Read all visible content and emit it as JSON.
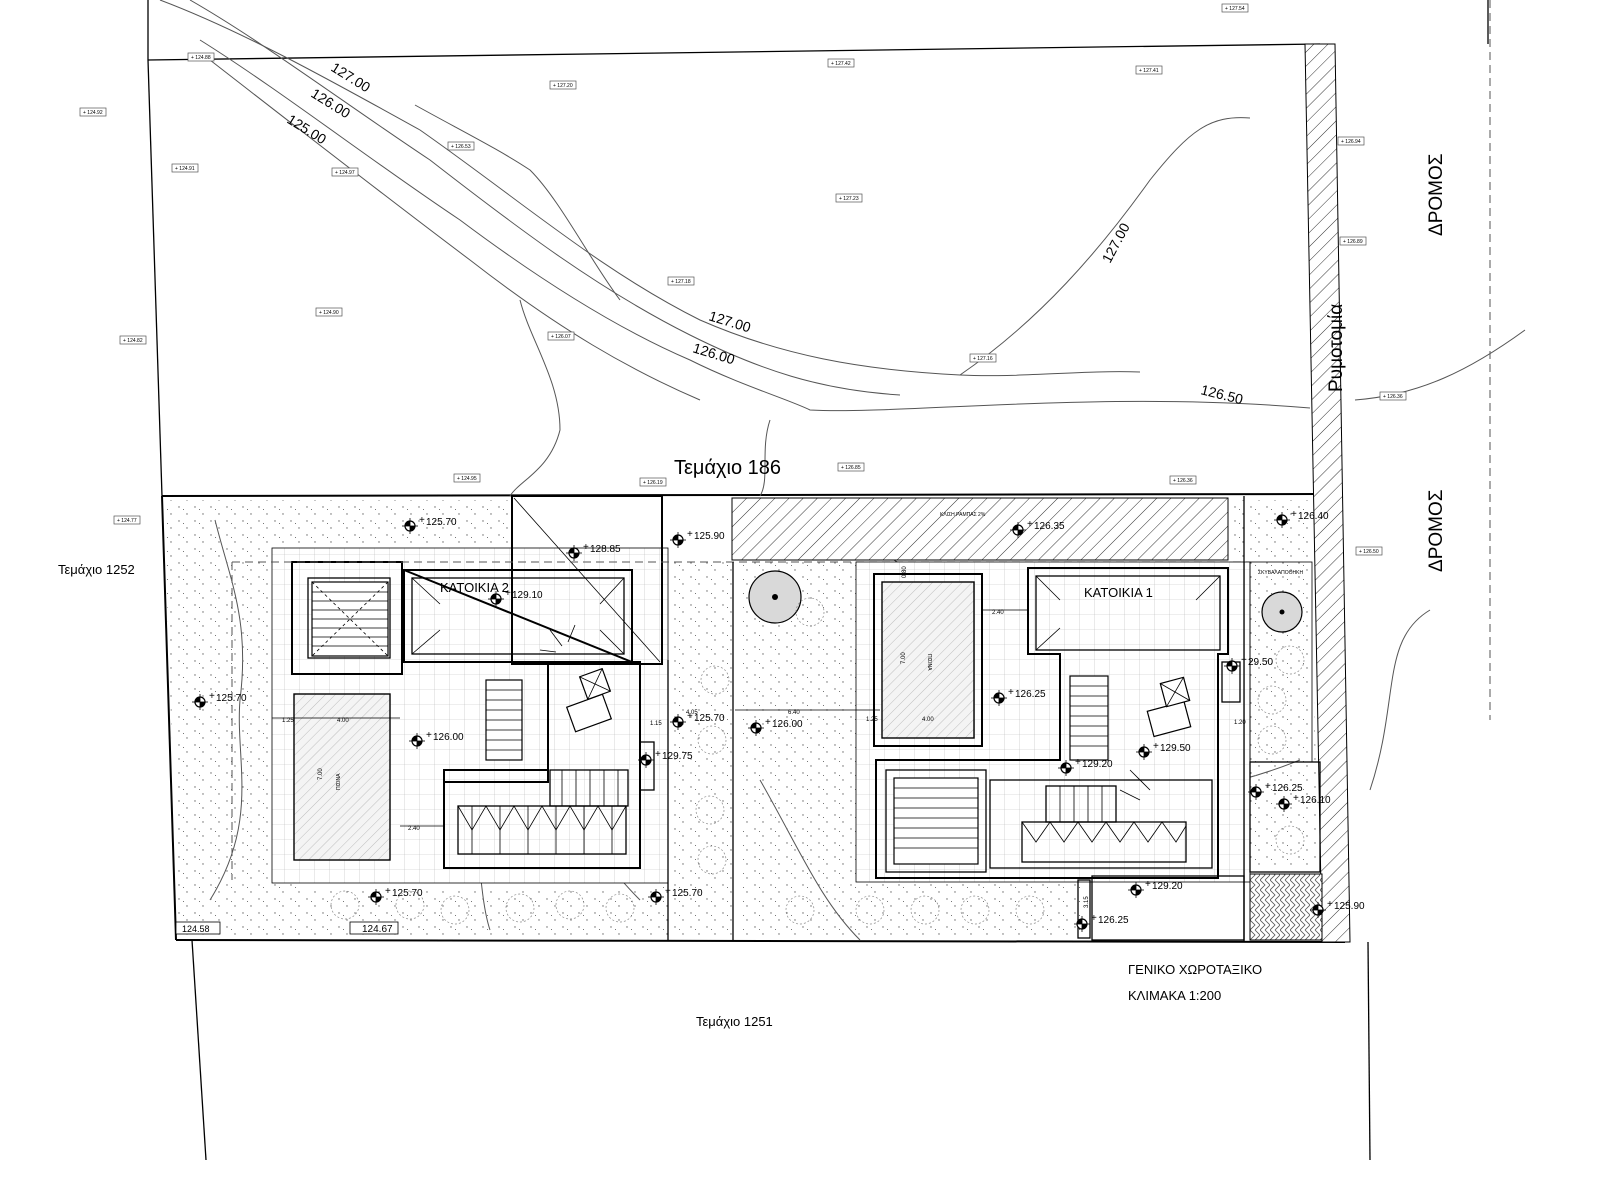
{
  "plot_label": "Τεμάχιο 186",
  "neighbor_west": "Τεμάχιο 1252",
  "neighbor_south": "Τεμάχιο 1251",
  "road_label_top": "ΔΡΟΜΟΣ",
  "road_label_bottom": "ΔΡΟΜΟΣ",
  "street_alignment": "Ρυμοτομία",
  "title": "ΓΕΝΙΚΟ ΧΩΡΟΤΑΞΙΚΟ",
  "scale": "ΚΛΙΜΑΚΑ 1:200",
  "houses": [
    {
      "name": "ΚΑΤΟΙΚΙΑ 2"
    },
    {
      "name": "ΚΑΤΟΙΚΙΑ 1"
    }
  ],
  "contour_labels": {
    "nw_1": "127.00",
    "nw_2": "126.00",
    "nw_3": "125.00",
    "mid_1": "127.00",
    "mid_2": "126.00",
    "ne": "127.00",
    "east": "126.50"
  },
  "spot_levels": {
    "house2_roof": "129.10",
    "house2_top": "128.85",
    "house2_nw_garden": "125.70",
    "house2_w_garden": "125.70",
    "house2_terrace": "126.00",
    "house2_entry": "129.75",
    "house2_sw": "125.70",
    "house2_s": "125.70",
    "between_top": "125.90",
    "between_mid": "125.70",
    "house1_west": "126.00",
    "house1_strip": "126.35",
    "house1_terrace": "126.25",
    "house1_side": "29.50",
    "house1_inner": "129.50",
    "house1_entry": "129.20",
    "house1_s": "129.20",
    "house1_se": "126.25",
    "east_top": "126.40",
    "east_mid_1": "126.25",
    "east_mid_2": "126.10",
    "east_bottom": "125.90"
  },
  "boundary_levels": {
    "sw": "124.58",
    "s": "124.67"
  },
  "survey_points": [
    "124.88",
    "127.20",
    "127.42",
    "127.41",
    "127.54",
    "124.92",
    "124.91",
    "124.97",
    "126.53",
    "127.23",
    "126.94",
    "126.89",
    "127.18",
    "124.90",
    "124.82",
    "126.07",
    "127.16",
    "126.85",
    "124.95",
    "126.19",
    "126.36",
    "126.36",
    "124.77",
    "126.50"
  ],
  "dimensions": {
    "h2_a": "1.25",
    "h2_b": "4.00",
    "h2_c": "7.00",
    "h2_d": "2.40",
    "h2_e": "1.15",
    "h2_f": "4.05",
    "h1_a": "6.40",
    "h1_b": "1.25",
    "h1_c": "4.00",
    "h1_d": "7.00",
    "h1_e": "2.40",
    "h1_f": "1.20",
    "h1_g": "0.80",
    "h1_h": "3.15"
  },
  "small_notes": {
    "strip": "ΚΛΙΣΗ ΡΑΜΠΑΣ 2%",
    "parking": "ΣΚΥΒΑΛΑΠΟΘΗΚΗ",
    "pool_2": "ΠΙΣΙΝΑ",
    "pool_1": "ΠΙΣΙΝΑ"
  }
}
